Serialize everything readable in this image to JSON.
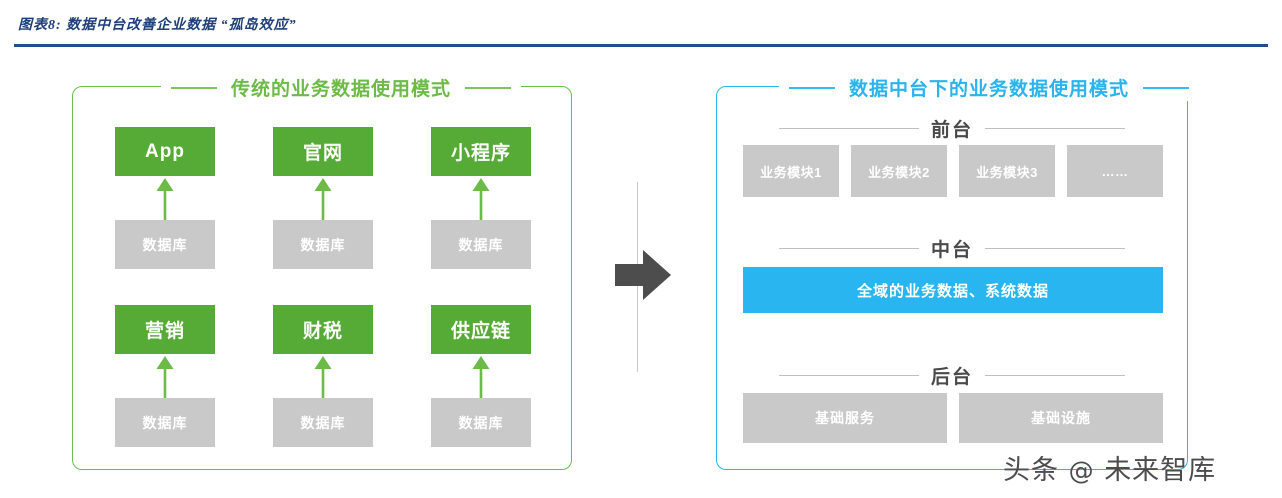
{
  "header": {
    "figure_label": "图表8:",
    "figure_title": "数据中台改善企业数据 “孤岛效应”",
    "full_title": "图表8:  数据中台改善企业数据 “孤岛效应”",
    "rule_color": "#1f4e8c",
    "text_color": "#1f3f7a"
  },
  "left_panel": {
    "heading": "传统的业务数据使用模式",
    "border_color": "#6abf4b",
    "accent_color": "#6cbb47",
    "box_green_color": "#56ab36",
    "box_gray_color": "#c9c9c9",
    "arrow_color": "#6cbb47",
    "apps_row": [
      {
        "label": "App"
      },
      {
        "label": "官网"
      },
      {
        "label": "小程序"
      }
    ],
    "db_row_1": [
      {
        "label": "数据库"
      },
      {
        "label": "数据库"
      },
      {
        "label": "数据库"
      }
    ],
    "business_row": [
      {
        "label": "营销"
      },
      {
        "label": "财税"
      },
      {
        "label": "供应链"
      }
    ],
    "db_row_2": [
      {
        "label": "数据库"
      },
      {
        "label": "数据库"
      },
      {
        "label": "数据库"
      }
    ]
  },
  "transition": {
    "arrow_icon": "right-arrow",
    "arrow_color": "#4d4d4d",
    "divider_color": "#c9c9c9"
  },
  "right_panel": {
    "heading": "数据中台下的业务数据使用模式",
    "border_color": "#29b6f0",
    "accent_color": "#2bb3ee",
    "sections": {
      "front": {
        "label": "前台",
        "modules": [
          {
            "label": "业务模块1"
          },
          {
            "label": "业务模块2"
          },
          {
            "label": "业务模块3"
          },
          {
            "label": "……"
          }
        ]
      },
      "middle": {
        "label": "中台",
        "bar_label": "全域的业务数据、系统数据",
        "bar_color": "#29b6f0"
      },
      "back": {
        "label": "后台",
        "modules": [
          {
            "label": "基础服务"
          },
          {
            "label": "基础设施"
          }
        ]
      }
    }
  },
  "watermark": {
    "prefix": "头条",
    "at": "@",
    "name": "未来智库"
  }
}
